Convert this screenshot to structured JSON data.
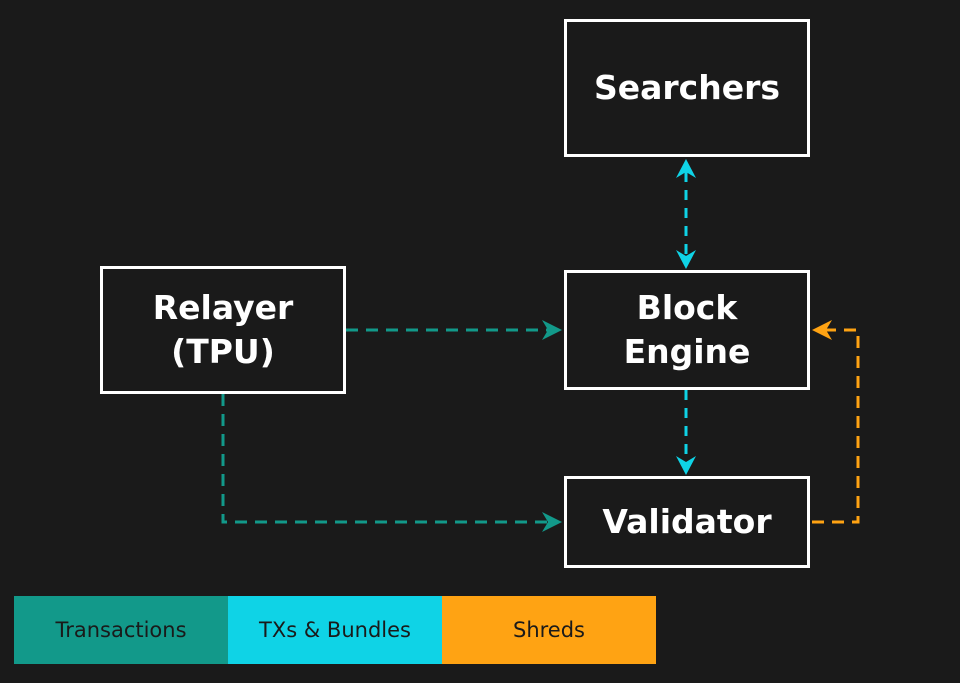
{
  "colors": {
    "background": "#1a1a1a",
    "node_border": "#ffffff",
    "transactions": "#12998a",
    "txs_bundles": "#0fd3e6",
    "shreds": "#ffa313"
  },
  "nodes": {
    "searchers": {
      "lines": [
        "Searchers"
      ]
    },
    "relayer": {
      "lines": [
        "Relayer",
        "(TPU)"
      ]
    },
    "block_engine": {
      "lines": [
        "Block",
        "Engine"
      ]
    },
    "validator": {
      "lines": [
        "Validator"
      ]
    }
  },
  "edges": [
    {
      "from": "relayer",
      "to": "block_engine",
      "kind": "transactions",
      "direction": "forward"
    },
    {
      "from": "relayer",
      "to": "validator",
      "kind": "transactions",
      "direction": "forward"
    },
    {
      "from": "searchers",
      "to": "block_engine",
      "kind": "txs_bundles",
      "direction": "both"
    },
    {
      "from": "block_engine",
      "to": "validator",
      "kind": "txs_bundles",
      "direction": "forward"
    },
    {
      "from": "validator",
      "to": "block_engine",
      "kind": "shreds",
      "direction": "forward"
    }
  ],
  "legend": [
    {
      "key": "transactions",
      "label": "Transactions"
    },
    {
      "key": "txs_bundles",
      "label": "TXs & Bundles"
    },
    {
      "key": "shreds",
      "label": "Shreds"
    }
  ]
}
